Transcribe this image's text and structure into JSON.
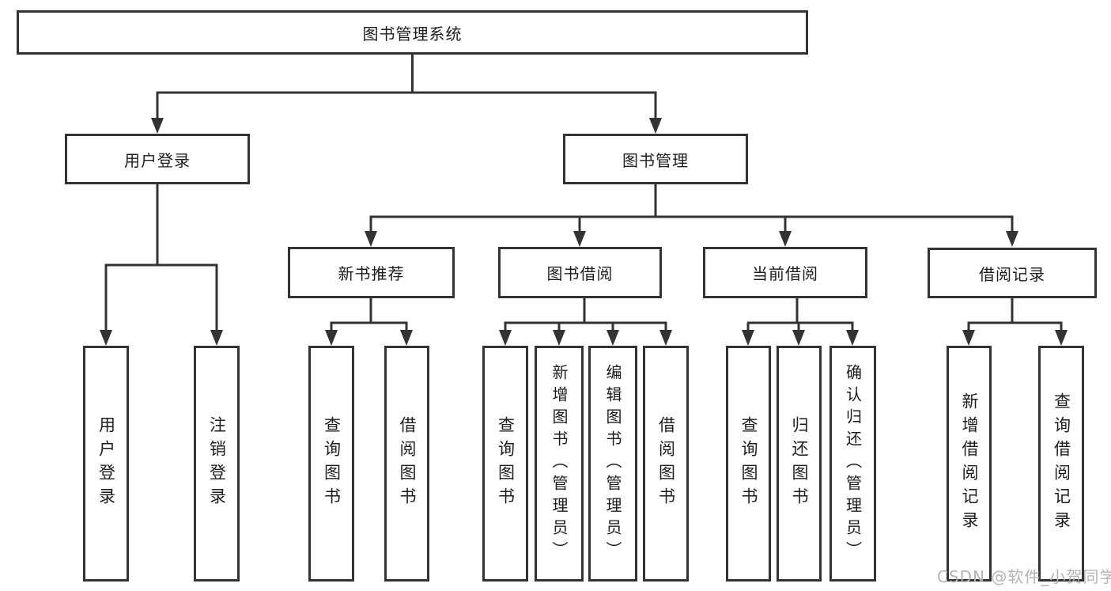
{
  "title": "图书管理系统",
  "level2": [
    {
      "label": "用户登录",
      "leaves": [
        "用户登录",
        "注销登录"
      ]
    },
    {
      "label": "图书管理",
      "children": [
        {
          "label": "新书推荐",
          "leaves": [
            "查询图书",
            "借阅图书"
          ]
        },
        {
          "label": "图书借阅",
          "leaves": [
            "查询图书",
            "新增图书（管理员）",
            "编辑图书（管理员）",
            "借阅图书"
          ]
        },
        {
          "label": "当前借阅",
          "leaves": [
            "查询图书",
            "归还图书",
            "确认归还（管理员）"
          ]
        },
        {
          "label": "借阅记录",
          "leaves": [
            "新增借阅记录",
            "查询借阅记录"
          ]
        }
      ]
    }
  ],
  "watermark": "CSDN @软件_小贺同学",
  "colors": {
    "line": "#333333",
    "text": "#1d1d1d",
    "background": "#ffffff",
    "watermark": "#b3b3b3"
  }
}
